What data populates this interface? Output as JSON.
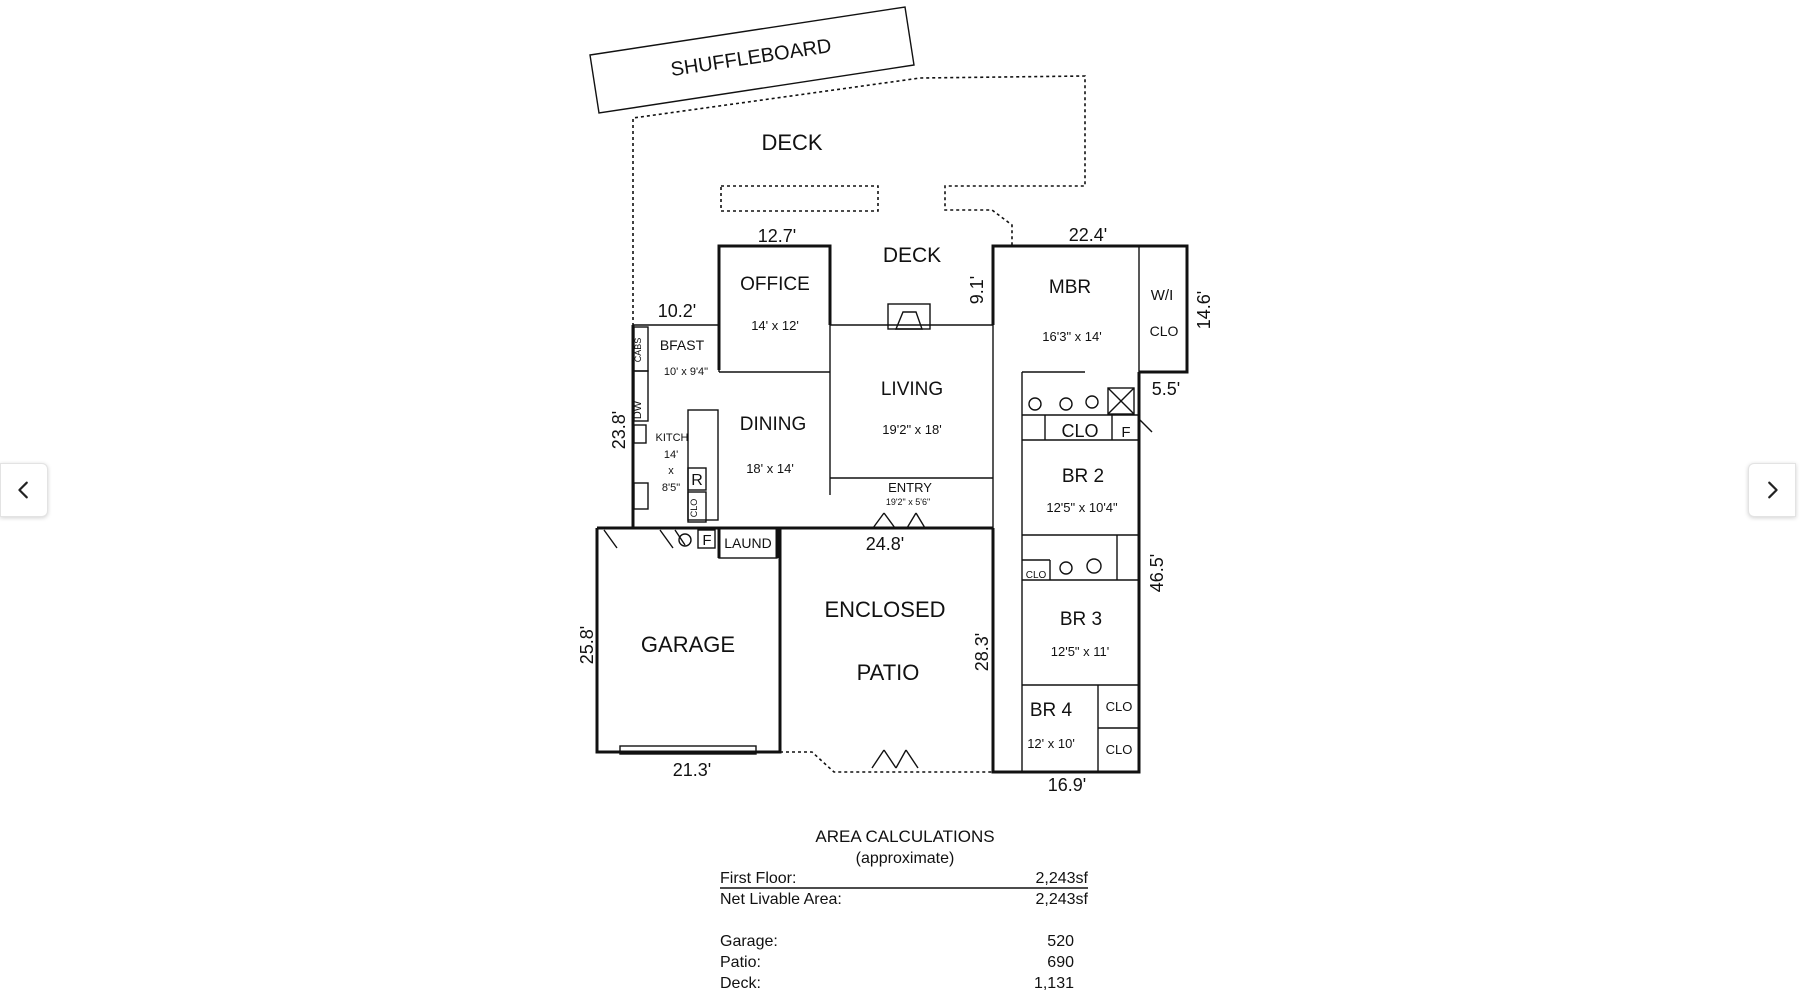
{
  "viewer": {
    "prev_icon": "chevron-left-icon",
    "next_icon": "chevron-right-icon"
  },
  "plan": {
    "shuffleboard": "SHUFFLEBOARD",
    "deck_upper": "DECK",
    "deck_lower": "DECK",
    "office": {
      "name": "OFFICE",
      "size": "14' x 12'"
    },
    "bfast": {
      "name": "BFAST",
      "size": "10' x 9'4\""
    },
    "cabs": "CABS",
    "dw": "DW",
    "kitchen": {
      "name": "KITCH",
      "dim_a": "14'",
      "dim_x": "x",
      "dim_b": "8'5\""
    },
    "dining": {
      "name": "DINING",
      "size": "18' x 14'"
    },
    "living": {
      "name": "LIVING",
      "size": "19'2\" x 18'"
    },
    "entry": {
      "name": "ENTRY",
      "size": "19'2\" x 5'6\""
    },
    "mbr": {
      "name": "MBR",
      "size": "16'3\" x 14'"
    },
    "wi_clo": {
      "line1": "W/I",
      "line2": "CLO"
    },
    "clo_bath": "CLO",
    "br2": {
      "name": "BR 2",
      "size": "12'5\" x 10'4\""
    },
    "br3": {
      "name": "BR 3",
      "size": "12'5\" x 11'"
    },
    "br4": {
      "name": "BR 4",
      "size": "12' x 10'"
    },
    "clo_br4_a": "CLO",
    "clo_br4_b": "CLO",
    "clo_hall": "CLO",
    "r_label": "R",
    "clo_kitchen": "CLO",
    "f_kitchen": "F",
    "f_bath": "F",
    "laund": "LAUND",
    "garage": "GARAGE",
    "enclosed_patio": {
      "line1": "ENCLOSED",
      "line2": "PATIO"
    },
    "dims": {
      "office_width": "12.7'",
      "mbr_width": "22.4'",
      "bfast_width": "10.2'",
      "deck_depth": "9.1'",
      "mbr_depth": "14.6'",
      "bath_jog": "5.5'",
      "kitchen_depth": "23.8'",
      "patio_width": "24.8'",
      "bedroom_wing": "46.5'",
      "garage_depth": "25.8'",
      "patio_depth": "28.3'",
      "garage_width": "21.3'",
      "br4_width": "16.9'"
    }
  },
  "area": {
    "title": "AREA CALCULATIONS",
    "subtitle": "(approximate)",
    "rows": [
      {
        "label": "First  Floor:",
        "value": "2,243sf"
      },
      {
        "label": "Net Livable Area:",
        "value": "2,243sf"
      },
      {
        "label": "Garage:",
        "value": "520"
      },
      {
        "label": "Patio:",
        "value": "690"
      },
      {
        "label": "Deck:",
        "value": "1,131"
      }
    ]
  }
}
